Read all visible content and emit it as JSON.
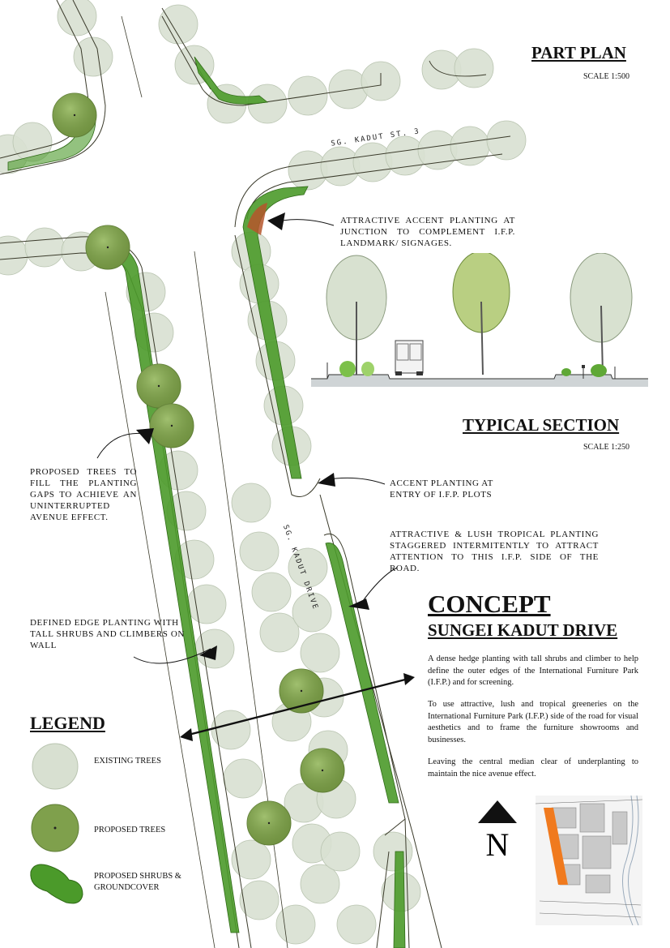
{
  "part_plan": {
    "title": "PART PLAN",
    "scale": "SCALE 1:500"
  },
  "typical_section": {
    "title": "TYPICAL SECTION",
    "scale": "SCALE 1:250"
  },
  "streets": {
    "kadut_st3": "SG. KADUT ST. 3",
    "kadut_drive": "SG. KADUT DRIVE"
  },
  "annotations": {
    "junction": "ATTRACTIVE ACCENT PLANTING AT JUNCTION TO COMPLEMENT I.F.P. LANDMARK/ SIGNAGES.",
    "proposed_trees": "PROPOSED TREES TO FILL THE PLANTING GAPS TO ACHIEVE AN UNINTERRUPTED AVENUE EFFECT.",
    "entry": "ACCENT PLANTING AT ENTRY OF I.F.P. PLOTS",
    "tropical": "ATTRACTIVE & LUSH TROPICAL PLANTING STAGGERED INTERMITENTLY TO ATTRACT ATTENTION TO THIS I.F.P. SIDE OF THE ROAD.",
    "edge": "DEFINED EDGE PLANTING WITH TALL SHRUBS AND CLIMBERS ON WALL"
  },
  "concept": {
    "title": "CONCEPT",
    "subtitle": "SUNGEI KADUT DRIVE",
    "paragraphs": [
      "A dense hedge planting with tall shrubs and climber to help define the outer edges of the International Furniture Park (I.F.P.) and for screening.",
      "To use attractive, lush and tropical greeneries on the International Furniture Park (I.F.P.) side of the road for visual aesthetics and to frame the furniture showrooms and businesses.",
      "Leaving the central median clear of underplanting to maintain the nice avenue effect."
    ]
  },
  "legend": {
    "title": "LEGEND",
    "items": [
      {
        "label": "EXISTING TREES",
        "icon": "existing-tree-symbol",
        "color": "#d6dfcf"
      },
      {
        "label": "PROPOSED TREES",
        "icon": "proposed-tree-symbol",
        "color": "#7fa04c"
      },
      {
        "label": "PROPOSED SHRUBS & GROUNDCOVER",
        "icon": "shrub-symbol",
        "color": "#4b9a2a"
      }
    ]
  },
  "north": {
    "letter": "N"
  },
  "colors": {
    "existing_tree": "#d6dfcf",
    "proposed_tree": "#7fa04c",
    "shrub": "#4b9a2a",
    "accent": "#b5562b",
    "highlight": "#f07a1e"
  }
}
